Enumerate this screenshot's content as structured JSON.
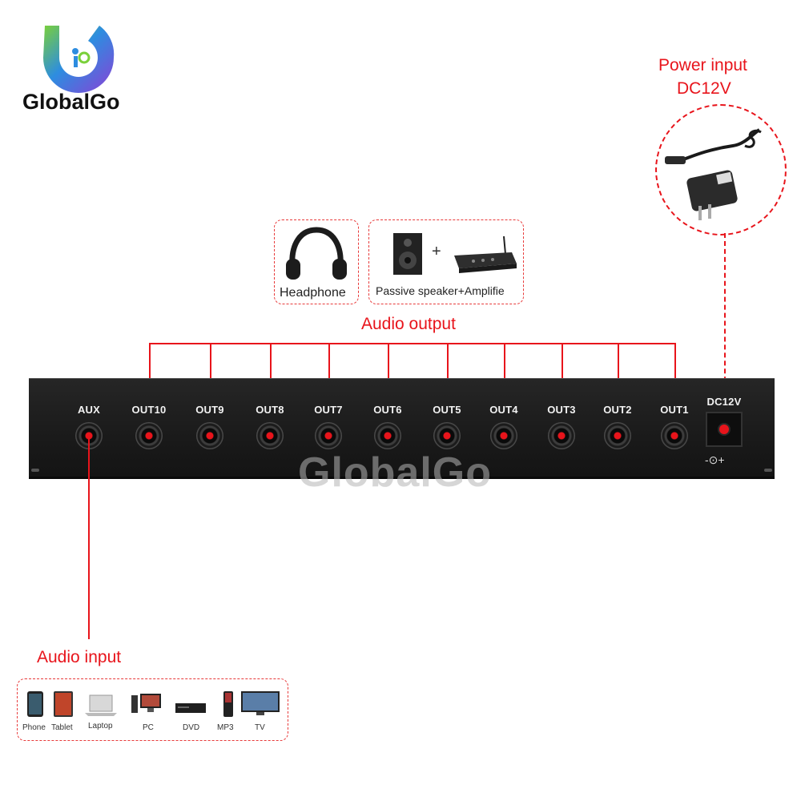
{
  "brand": {
    "name": "GlobalGo",
    "watermark": "GlobalGo"
  },
  "power": {
    "title": "Power input",
    "spec": "DC12V"
  },
  "outputs_section": {
    "title": "Audio output",
    "headphone_caption": "Headphone",
    "speaker_caption": "Passive speaker+Amplifie"
  },
  "device": {
    "aux_label": "AUX",
    "ports": [
      "OUT10",
      "OUT9",
      "OUT8",
      "OUT7",
      "OUT6",
      "OUT5",
      "OUT4",
      "OUT3",
      "OUT2",
      "OUT1"
    ],
    "power_label": "DC12V",
    "polarity_symbol": "-⊙+"
  },
  "input_section": {
    "title": "Audio input",
    "sources": [
      "Phone",
      "Tablet",
      "Laptop",
      "PC",
      "DVD",
      "MP3",
      "TV"
    ]
  },
  "colors": {
    "accent_red": "#e8141b",
    "device_body": "#1c1c1c",
    "text_dark": "#222222"
  },
  "icons": [
    "power-adapter-icon",
    "headphone-icon",
    "speaker-icon",
    "amplifier-icon",
    "phone-icon",
    "tablet-icon",
    "laptop-icon",
    "pc-icon",
    "dvd-icon",
    "mp3-icon",
    "tv-icon"
  ]
}
